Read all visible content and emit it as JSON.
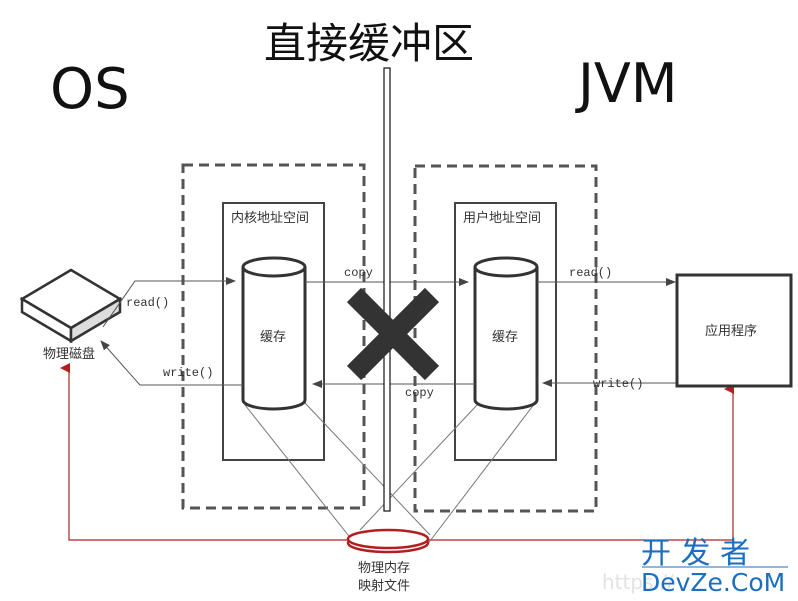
{
  "labels": {
    "os": "OS",
    "jvm": "JVM",
    "direct_buffer": "直接缓冲区",
    "kernel_space": "内核地址空间",
    "user_space": "用户地址空间",
    "kernel_cache": "缓存",
    "user_cache": "缓存",
    "disk": "物理磁盘",
    "app": "应用程序",
    "mmap_line1": "物理内存",
    "mmap_line2": "映射文件"
  },
  "arrows": {
    "disk_read": "read()",
    "disk_write": "write()",
    "copy_to_user": "copy",
    "copy_to_kernel": "copy",
    "app_read": "read()",
    "app_write": "write()"
  },
  "watermark": {
    "cn": "开 发 者",
    "en": "DevZe.CoM",
    "url": "https://"
  },
  "colors": {
    "line": "#555555",
    "dark": "#333333",
    "cross": "#333333",
    "red": "#b02020",
    "brand": "#1b6fc2"
  }
}
